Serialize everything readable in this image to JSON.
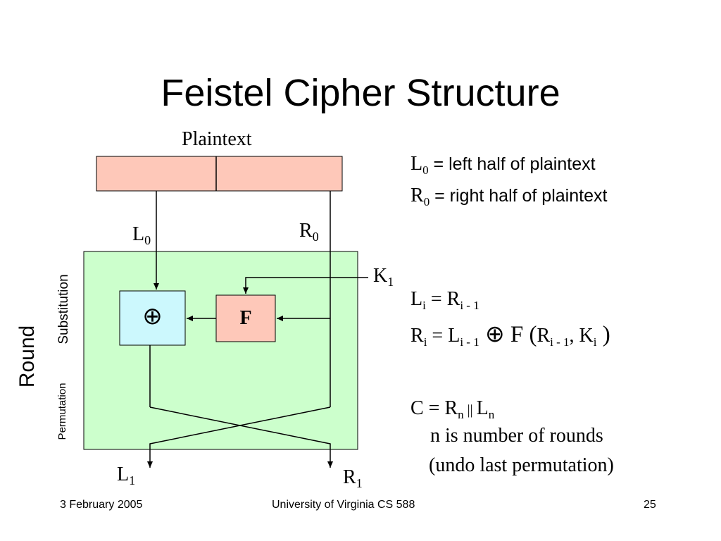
{
  "slide": {
    "title": "Feistel Cipher Structure"
  },
  "diagram": {
    "plaintext_label": "Plaintext",
    "round_label": "Round",
    "substitution_label": "Substitution",
    "permutation_label": "Permutation",
    "xor_symbol": "⊕",
    "f_label": "F",
    "l_base": "L",
    "r_base": "R",
    "k_base": "K",
    "sub_zero": "0",
    "sub_one": "1",
    "colors": {
      "plaintext_fill": "#fec8b9",
      "round_fill": "#ccffcc",
      "xor_fill": "#ccf8fd",
      "f_fill": "#fec8b9"
    }
  },
  "equations": {
    "line1_var": "L",
    "line1_sub": "0",
    "line1_text": " = left half of plaintext",
    "line2_var": "R",
    "line2_sub": "0",
    "line2_text": " = right half of plaintext",
    "eq3": {
      "lhs": "L",
      "lhs_sub": "i",
      "eq": " = ",
      "rhs": "R",
      "rhs_sub": "i - 1"
    },
    "eq4": {
      "lhs": "R",
      "lhs_sub": "i",
      "eq": " = ",
      "l": "L",
      "l_sub": "i - 1",
      "op": " ⊕ F (",
      "r": "R",
      "r_sub": "i - 1",
      "comma": ", ",
      "k": "K",
      "k_sub": "i",
      "close": " )"
    },
    "eq5": {
      "lhs": "C = ",
      "r": "R",
      "r_sub": "n",
      "concat": " || ",
      "l": "L",
      "l_sub": "n"
    },
    "note1": "n is number of rounds",
    "note2": "(undo last permutation)"
  },
  "footer": {
    "date": "3 February 2005",
    "course": "University of Virginia CS 588",
    "page": "25"
  }
}
